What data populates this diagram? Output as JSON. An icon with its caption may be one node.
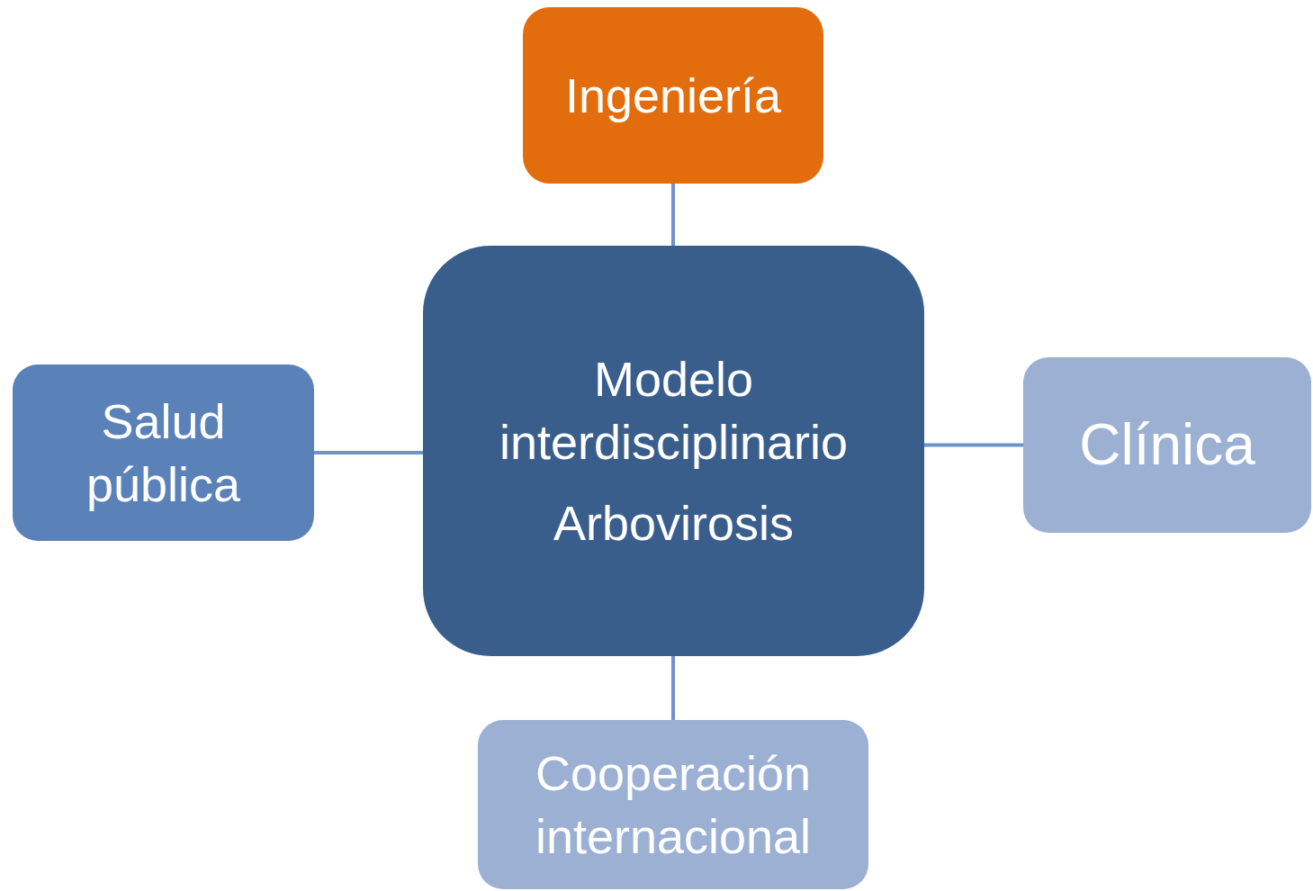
{
  "diagram": {
    "nodes": [
      {
        "text": [
          "Ingeniería"
        ]
      },
      {
        "text": [
          "Salud pública"
        ]
      },
      {
        "text": [
          "Modelo interdisciplinario",
          "Arbovirosis"
        ]
      },
      {
        "text": [
          "Clínica"
        ]
      },
      {
        "text": [
          "Cooperación internacional"
        ]
      }
    ],
    "edges": [
      {
        "from": 2,
        "to": 0,
        "arrow": "none"
      },
      {
        "from": 1,
        "to": 2,
        "arrow": "none"
      },
      {
        "from": 2,
        "to": 3,
        "arrow": "none"
      },
      {
        "from": 2,
        "to": 4,
        "arrow": "none"
      }
    ]
  }
}
